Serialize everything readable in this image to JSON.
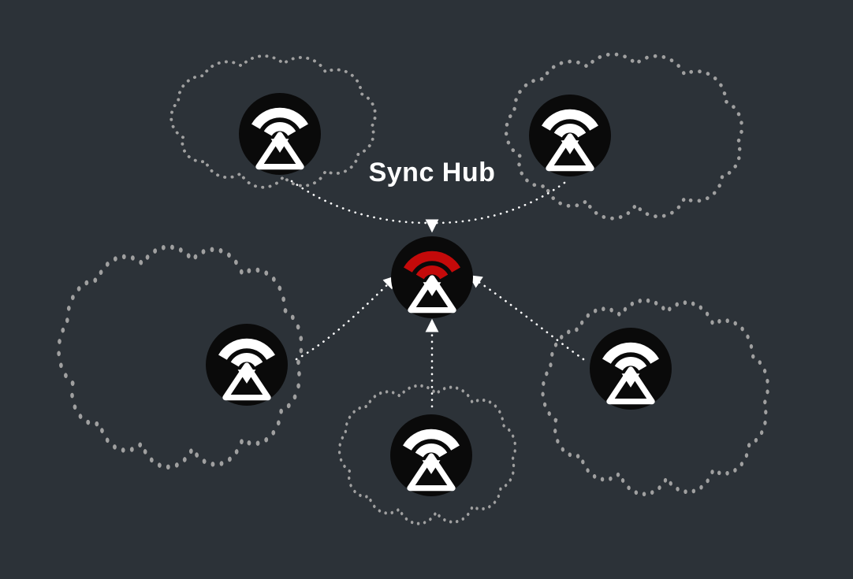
{
  "diagram": {
    "title": "Sync Hub",
    "type": "network-sync-diagram",
    "colors": {
      "background": "#2c3238",
      "cloud_outline": "#a0a0a0",
      "node_circle": "#0a0a0a",
      "node_glyph": "#ffffff",
      "hub_accent": "#c40a0a",
      "arrow": "#ffffff",
      "title_text": "#ffffff"
    },
    "hub": {
      "id": "sync-hub",
      "label": "Sync Hub",
      "icon": "sync-hub-icon"
    },
    "nodes": [
      {
        "id": "node-top-left",
        "icon": "sync-node-icon"
      },
      {
        "id": "node-top-right",
        "icon": "sync-node-icon"
      },
      {
        "id": "node-mid-left",
        "icon": "sync-node-icon"
      },
      {
        "id": "node-bottom-center",
        "icon": "sync-node-icon"
      },
      {
        "id": "node-mid-right",
        "icon": "sync-node-icon"
      }
    ],
    "connections": [
      {
        "from": "node-top-left",
        "to": "sync-hub",
        "style": "dotted-arrow"
      },
      {
        "from": "node-top-right",
        "to": "sync-hub",
        "style": "dotted-arrow"
      },
      {
        "from": "node-mid-left",
        "to": "sync-hub",
        "style": "dotted-arrow"
      },
      {
        "from": "node-bottom-center",
        "to": "sync-hub",
        "style": "dotted-arrow"
      },
      {
        "from": "node-mid-right",
        "to": "sync-hub",
        "style": "dotted-arrow"
      }
    ]
  }
}
